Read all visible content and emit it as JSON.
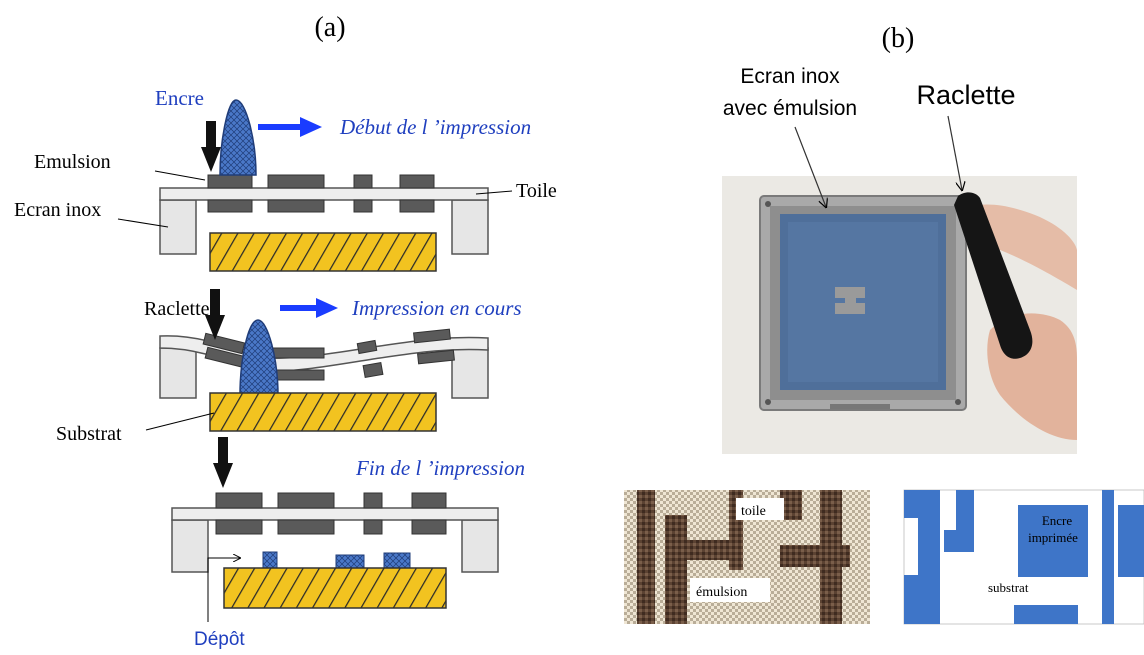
{
  "panel_a": {
    "label": "(a)",
    "step1": {
      "caption": "Début de l ’impression",
      "ink_label": "Encre",
      "emulsion_label": "Emulsion",
      "screen_label": "Ecran inox",
      "mesh_label": "Toile"
    },
    "step2": {
      "caption": "Impression en cours",
      "squeegee_label": "Raclette",
      "substrate_label": "Substrat"
    },
    "step3": {
      "caption": "Fin de l ’impression",
      "deposit_label": "Dépôt"
    }
  },
  "panel_b": {
    "label": "(b)",
    "screen_label_line1": "Ecran inox",
    "screen_label_line2": "avec émulsion",
    "squeegee_label": "Raclette",
    "mesh_inset": {
      "mesh_label": "toile",
      "emulsion_label": "émulsion"
    },
    "print_inset": {
      "ink_label_line1": "Encre",
      "ink_label_line2": "imprimée",
      "substrate_label": "substrat"
    }
  },
  "colors": {
    "caption_blue": "#1f3fbf",
    "arrow_blue": "#1a3cff",
    "ink_blue": "#4a78c8",
    "emulsion_gray": "#5a5a5a",
    "substrate_yellow": "#f2c320",
    "screen_gray": "#e6e6e6",
    "print_blue": "#3e75c8"
  }
}
